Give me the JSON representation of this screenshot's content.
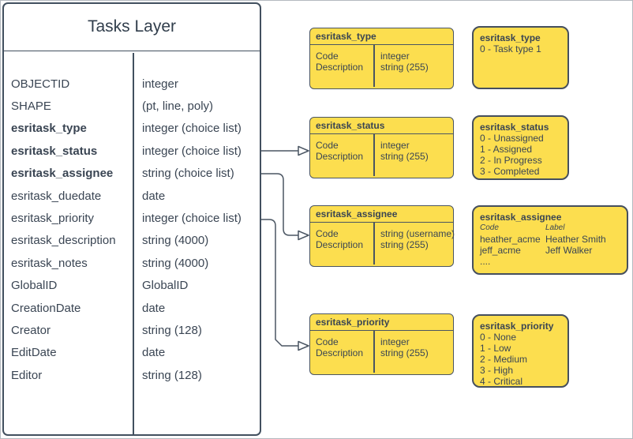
{
  "diagram": {
    "main_table": {
      "title": "Tasks Layer",
      "fields": [
        {
          "name": "OBJECTID",
          "type": "integer"
        },
        {
          "name": "SHAPE",
          "type": "(pt, line, poly)"
        },
        {
          "name": "esritask_type",
          "type": "integer (choice list)"
        },
        {
          "name": "esritask_status",
          "type": "integer (choice list)"
        },
        {
          "name": "esritask_assignee",
          "type": "string (choice list)"
        },
        {
          "name": "esritask_duedate",
          "type": "date"
        },
        {
          "name": "esritask_priority",
          "type": "integer (choice list)"
        },
        {
          "name": "esritask_description",
          "type": "string (4000)"
        },
        {
          "name": "esritask_notes",
          "type": "string (4000)"
        },
        {
          "name": "GlobalID",
          "type": "GlobalID"
        },
        {
          "name": "CreationDate",
          "type": "date"
        },
        {
          "name": "Creator",
          "type": "string (128)"
        },
        {
          "name": "EditDate",
          "type": "date"
        },
        {
          "name": "Editor",
          "type": "string (128)"
        }
      ]
    },
    "lookup_tables": [
      {
        "title": "esritask_type",
        "key_label": "Code",
        "desc_label": "Description",
        "key_type": "integer",
        "desc_type": "string (255)"
      },
      {
        "title": "esritask_status",
        "key_label": "Code",
        "desc_label": "Description",
        "key_type": "integer",
        "desc_type": "string (255)"
      },
      {
        "title": "esritask_assignee",
        "key_label": "Code",
        "desc_label": "Description",
        "key_type": "string (username)",
        "desc_type": "string (255)"
      },
      {
        "title": "esritask_priority",
        "key_label": "Code",
        "desc_label": "Description",
        "key_type": "integer",
        "desc_type": "string (255)"
      }
    ],
    "domain_values": [
      {
        "title": "esritask_type",
        "lines": [
          "0 - Task type 1"
        ]
      },
      {
        "title": "esritask_status",
        "lines": [
          "0 - Unassigned",
          "1 - Assigned",
          "2 - In Progress",
          "3 - Completed"
        ]
      },
      {
        "title": "esritask_assignee",
        "col_headers": [
          "Code",
          "Label"
        ],
        "rows": [
          [
            "heather_acme",
            "Heather Smith"
          ],
          [
            "jeff_acme",
            "Jeff Walker"
          ]
        ],
        "ellipsis": "...."
      },
      {
        "title": "esritask_priority",
        "lines": [
          "0 - None",
          "1 - Low",
          "2 - Medium",
          "3 - High",
          "4 - Critical"
        ]
      }
    ],
    "colors": {
      "box_fill": "#FCDE4F",
      "stroke": "#4A5562",
      "text": "#3A4553",
      "background": "#FFFFFF"
    }
  }
}
